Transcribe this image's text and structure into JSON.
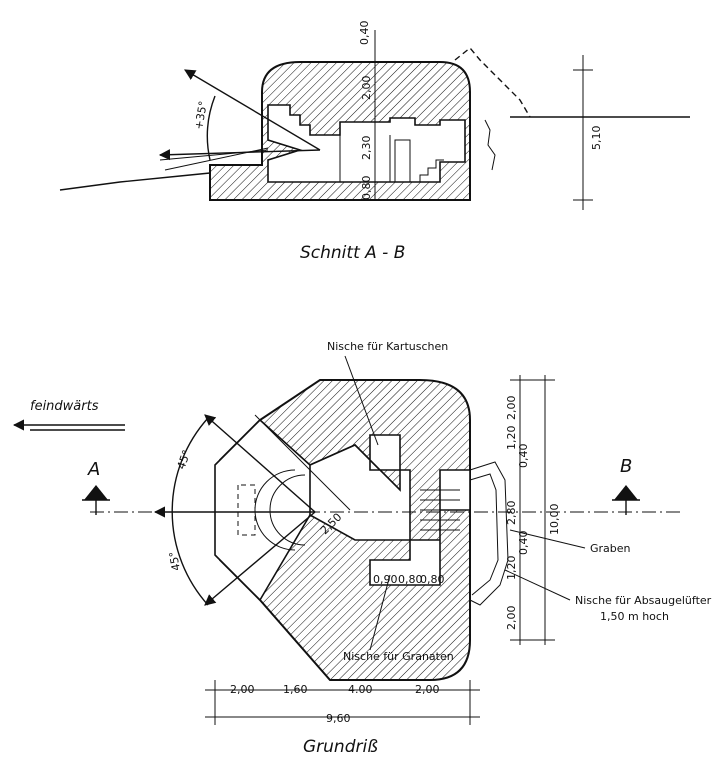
{
  "section": {
    "title": "Schnitt A - B",
    "dims": {
      "top": "0,40",
      "upper": "2,00",
      "middle": "2,30",
      "bottom": "0,80",
      "total": "5,10",
      "angle": "+35°"
    }
  },
  "plan": {
    "title": "Grundriß",
    "direction_label": "feindwärts",
    "marker_a": "A",
    "marker_b": "B",
    "labels": {
      "cartridge_niche": "Nische für Kartuschen",
      "shell_niche": "Nische für Granaten",
      "trench": "Graben",
      "fan_niche": "Nische für Absaugelüfter",
      "fan_niche_height": "1,50 m hoch"
    },
    "dims": {
      "angle_upper": "45°",
      "angle_lower": "45°",
      "radius": "2,50",
      "bottom_widths": [
        "2,00",
        "1,60",
        "4.00",
        "2,00"
      ],
      "total_width": "9,60",
      "right_heights": [
        "2,00",
        "1,20",
        "0,40",
        "2,80",
        "0,40",
        "1,20",
        "2,00"
      ],
      "total_height": "10,00",
      "niche_dims": [
        "0,90",
        "0,80",
        "0,80"
      ]
    }
  }
}
